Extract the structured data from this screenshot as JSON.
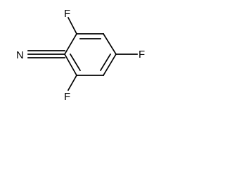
{
  "molecule": {
    "atoms": {
      "f_top": "F",
      "f_right": "F",
      "f_bottom": "F",
      "n_nitrile": "N"
    }
  }
}
